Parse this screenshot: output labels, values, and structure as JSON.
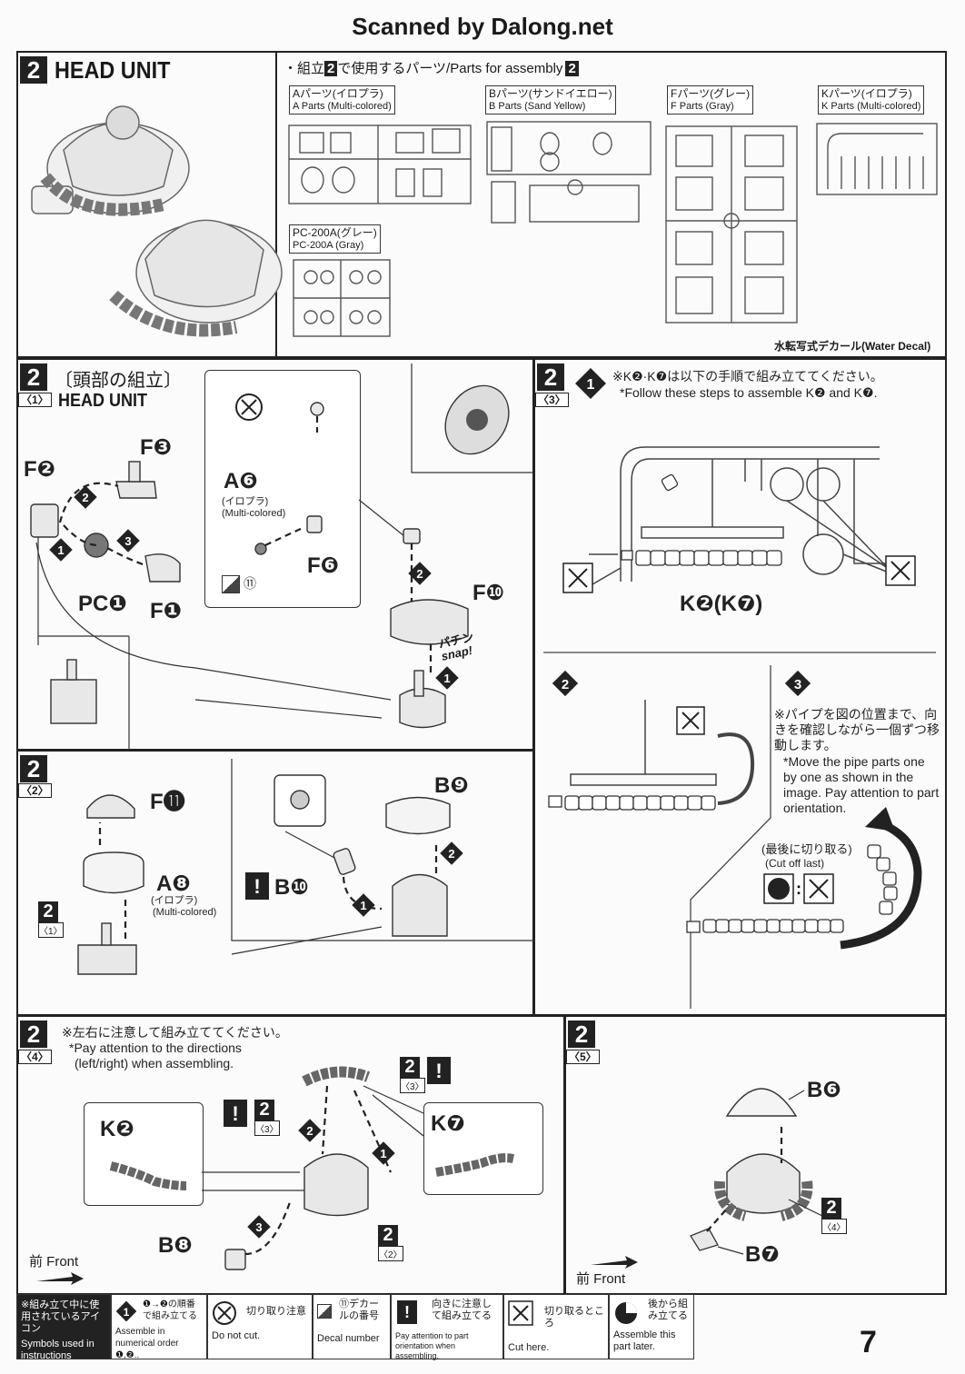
{
  "header": {
    "scan_credit": "Scanned by Dalong.net"
  },
  "section_parts": {
    "step": "2",
    "title": "HEAD UNIT",
    "parts_heading": "・組立",
    "parts_heading_tail": "で使用するパーツ/Parts for assembly",
    "runners": [
      {
        "jp": "Aパーツ(イロプラ)",
        "en": "A Parts (Multi-colored)"
      },
      {
        "jp": "Bパーツ(サンドイエロー)",
        "en": "B Parts (Sand Yellow)"
      },
      {
        "jp": "Fパーツ(グレー)",
        "en": "F Parts (Gray)"
      },
      {
        "jp": "Kパーツ(イロプラ)",
        "en": "K Parts (Multi-colored)"
      },
      {
        "jp": "PC-200A(グレー)",
        "en": "PC-200A (Gray)"
      }
    ],
    "decal_note": "水転写式デカール(Water Decal)"
  },
  "step_2_1": {
    "substep": "〈1〉",
    "title_jp": "〔頭部の組立〕",
    "title_en": "HEAD UNIT",
    "labels": [
      "F❷",
      "F❸",
      "PC❶",
      "F❶",
      "A❻",
      "F❻",
      "F❿"
    ],
    "a6_note": "(イロプラ)",
    "a6_note_en": "(Multi-colored)",
    "snap_jp": "パチン",
    "snap_en": "snap!",
    "decal_num": "⑪"
  },
  "step_2_3": {
    "substep": "〈3〉",
    "note_jp": "※K❷·K❼は以下の手順で組み立ててください。",
    "note_en": "*Follow these steps to assemble K❷ and K❼.",
    "label": "K❷(K❼)",
    "step3_jp": "※パイプを図の位置まで、向きを確認しながら一個ずつ移動します。",
    "step3_en": "*Move the pipe parts one by one as shown in the image. Pay attention to part orientation.",
    "cut_last_jp": "(最後に切り取る)",
    "cut_last_en": "(Cut off last)"
  },
  "step_2_2": {
    "substep": "〈2〉",
    "labels": [
      "F⓫",
      "A❽",
      "B❾",
      "B❿"
    ],
    "a8_note": "(イロプラ)",
    "a8_note_en": "(Multi-colored)",
    "ref": "〈1〉"
  },
  "step_2_4": {
    "substep": "〈4〉",
    "note_jp": "※左右に注意して組み立ててください。",
    "note_en1": "*Pay attention to the directions",
    "note_en2": "(left/right) when assembling.",
    "labels": [
      "K❷",
      "K❼",
      "B❽"
    ],
    "ref3": "〈3〉",
    "ref2": "〈2〉",
    "front": "前 Front"
  },
  "step_2_5": {
    "substep": "〈5〉",
    "labels": [
      "B❻",
      "B❼"
    ],
    "ref4": "〈4〉",
    "front": "前 Front"
  },
  "legend": {
    "title_jp": "※組み立て中に使用されているアイコン",
    "title_en": "Symbols used in instructions",
    "items": [
      {
        "jp": "❶→❷の順番で組み立てる",
        "en": "Assemble in numerical order ❶,❷.."
      },
      {
        "jp": "切り取り注意",
        "en": "Do not cut."
      },
      {
        "jp": "⑪デカールの番号",
        "en": "Decal number"
      },
      {
        "jp": "向きに注意して組み立てる",
        "en": "Pay attention to part orientation when assembling."
      },
      {
        "jp": "切り取るところ",
        "en": "Cut here."
      },
      {
        "jp": "後から組み立てる",
        "en": "Assemble this part later."
      }
    ]
  },
  "page_number": "7"
}
